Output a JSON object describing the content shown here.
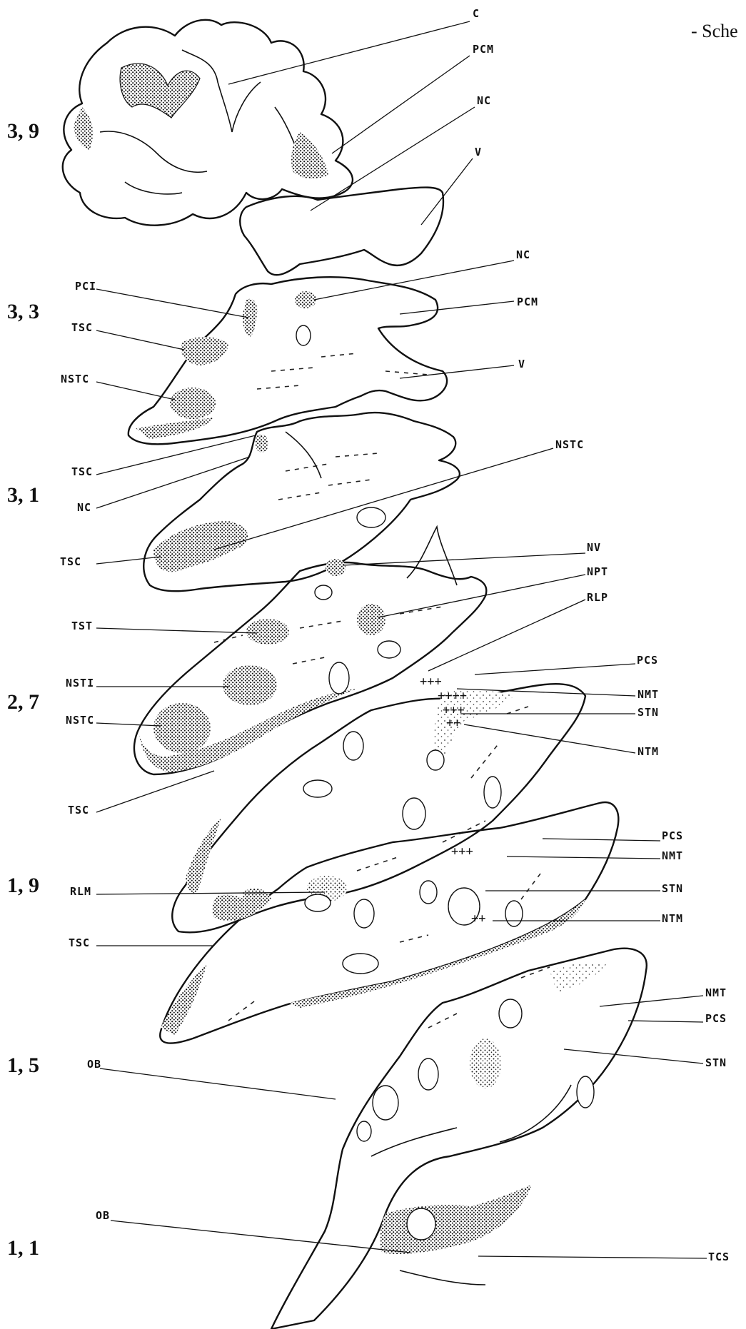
{
  "caption": "- Sche",
  "level_labels": [
    "3, 9",
    "3, 3",
    "3, 1",
    "2, 7",
    "1, 9",
    "1, 5",
    "1, 1"
  ],
  "labels": {
    "C": "C",
    "PCM": "PCM",
    "NC": "NC",
    "V": "V",
    "PCI": "PCI",
    "TSC": "TSC",
    "NSTC": "NSTC",
    "NV": "NV",
    "NPT": "NPT",
    "RLP": "RLP",
    "TST": "TST",
    "NSTI": "NSTI",
    "PCS": "PCS",
    "NMT": "NMT",
    "STN": "STN",
    "NTM": "NTM",
    "RLM": "RLM",
    "OB": "OB",
    "TCS": "TCS"
  }
}
